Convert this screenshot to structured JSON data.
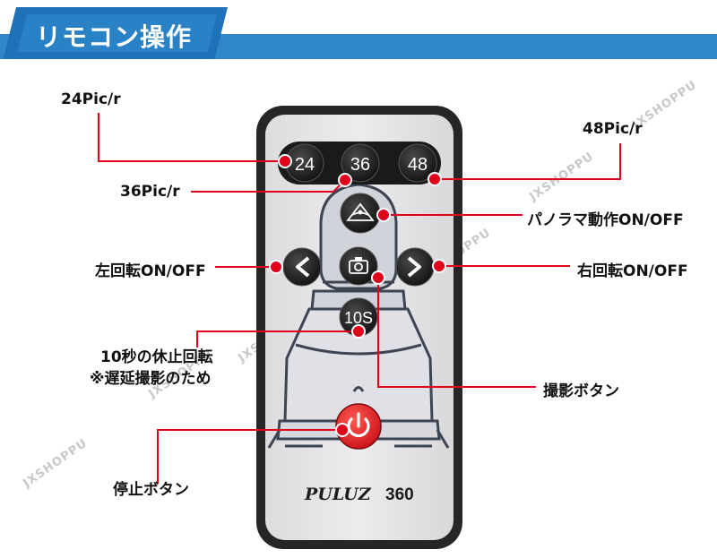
{
  "header": {
    "title": "リモコン操作"
  },
  "remote": {
    "buttons": {
      "b24": "24",
      "b36": "36",
      "b48": "48",
      "b10s": "10S"
    },
    "brand": "PULUZ",
    "model": "360"
  },
  "callouts": {
    "pic24": "24Pic/r",
    "pic36": "36Pic/r",
    "pic48": "48Pic/r",
    "panorama": "パノラマ動作ON/OFF",
    "left_rotate": "左回転ON/OFF",
    "right_rotate": "右回転ON/OFF",
    "pause_line1": "10秒の休止回転",
    "pause_line2": "※遅延撮影のため",
    "shutter": "撮影ボタン",
    "stop": "停止ボタン"
  },
  "watermark": "JXSHOPPU",
  "colors": {
    "accent_blue": "#2f86c9",
    "callout_red": "#e0001b",
    "power_red": "#e3262b",
    "remote_body": "#e8e8ea",
    "remote_frame": "#2b2b2b"
  }
}
